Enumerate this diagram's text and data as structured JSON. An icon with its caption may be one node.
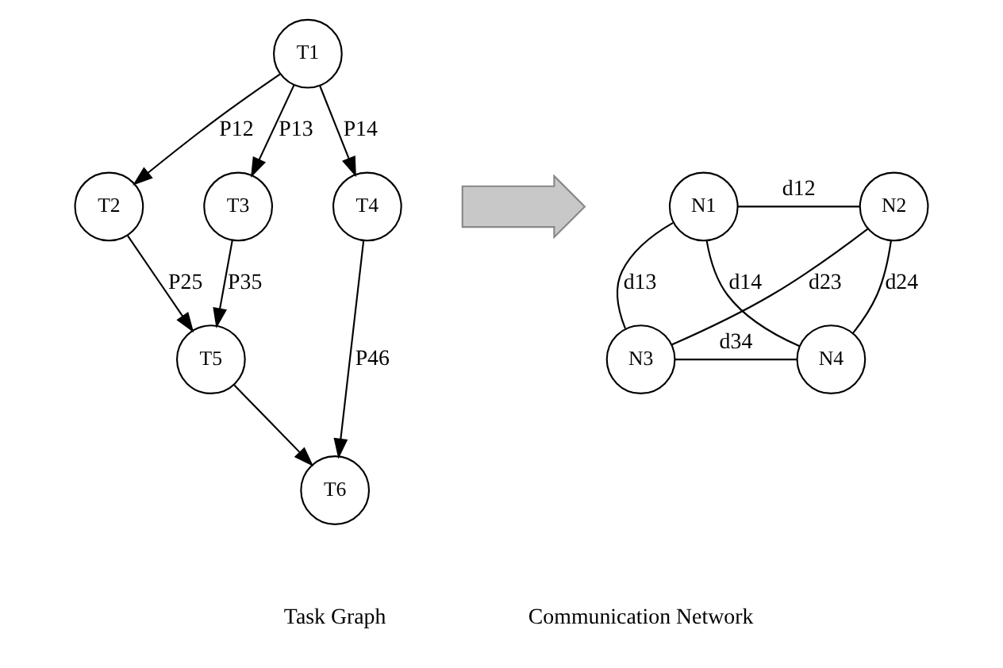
{
  "diagram": {
    "nodes": [
      {
        "text": [
          "T1"
        ]
      },
      {
        "text": [
          "T2"
        ]
      },
      {
        "text": [
          "T3"
        ]
      },
      {
        "text": [
          "T4"
        ]
      },
      {
        "text": [
          "T5"
        ]
      },
      {
        "text": [
          "T6"
        ]
      },
      {
        "text": [],
        "shape": "arrow"
      },
      {
        "text": [
          "N1"
        ]
      },
      {
        "text": [
          "N2"
        ]
      },
      {
        "text": [
          "N3"
        ]
      },
      {
        "text": [
          "N4"
        ]
      }
    ],
    "edges": [
      {
        "from": 0,
        "to": 1,
        "arrow": "to",
        "label": "P12"
      },
      {
        "from": 0,
        "to": 2,
        "arrow": "to",
        "label": "P13"
      },
      {
        "from": 0,
        "to": 3,
        "arrow": "to",
        "label": "P14"
      },
      {
        "from": 1,
        "to": 4,
        "arrow": "to",
        "label": "P25"
      },
      {
        "from": 2,
        "to": 4,
        "arrow": "to",
        "label": "P35"
      },
      {
        "from": 3,
        "to": 5,
        "arrow": "to",
        "label": "P46"
      },
      {
        "from": 4,
        "to": 5,
        "arrow": "to"
      },
      {
        "from": 7,
        "to": 8,
        "arrow": "none",
        "label": "d12"
      },
      {
        "from": 7,
        "to": 9,
        "arrow": "none",
        "label": "d13"
      },
      {
        "from": 7,
        "to": 10,
        "arrow": "none",
        "label": "d14"
      },
      {
        "from": 8,
        "to": 9,
        "arrow": "none",
        "label": "d23"
      },
      {
        "from": 8,
        "to": 10,
        "arrow": "none",
        "label": "d24"
      },
      {
        "from": 9,
        "to": 10,
        "arrow": "none",
        "label": "d34"
      }
    ],
    "labels": [
      "Task Graph",
      "Communication Network"
    ]
  }
}
